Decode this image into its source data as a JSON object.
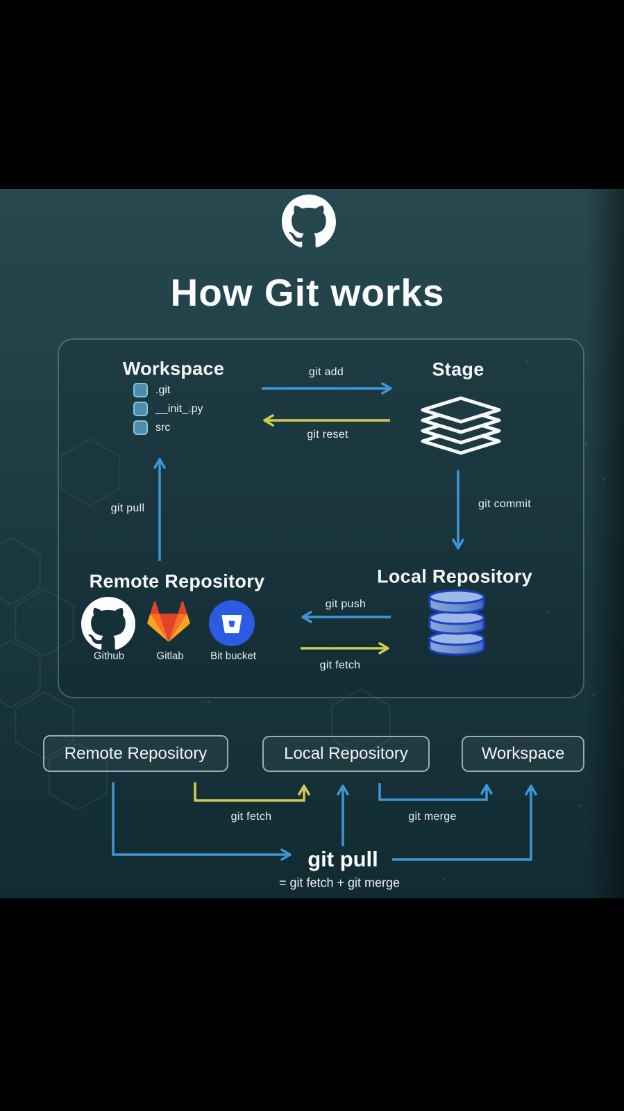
{
  "title": "How Git works",
  "header": {
    "logo_icon": "github-octocat-icon"
  },
  "panel": {
    "workspace": {
      "label": "Workspace",
      "files": [
        ".git",
        "__init_.py",
        "src"
      ]
    },
    "stage": {
      "label": "Stage",
      "icon": "stage-layers-icon"
    },
    "remote_repository": {
      "label": "Remote Repository",
      "providers": [
        {
          "name": "Github",
          "icon": "github-icon"
        },
        {
          "name": "Gitlab",
          "icon": "gitlab-icon"
        },
        {
          "name": "Bit bucket",
          "icon": "bitbucket-icon"
        }
      ]
    },
    "local_repository": {
      "label": "Local Repository",
      "icon": "database-icon"
    },
    "arrows": {
      "git_add": "git add",
      "git_reset": "git reset",
      "git_pull": "git pull",
      "git_commit": "git commit",
      "git_push": "git push",
      "git_fetch": "git fetch"
    }
  },
  "flow": {
    "boxes": [
      {
        "label": "Remote Repository"
      },
      {
        "label": "Local Repository"
      },
      {
        "label": "Workspace"
      }
    ],
    "labels": {
      "git_fetch": "git fetch",
      "git_merge": "git merge",
      "git_pull": "git pull",
      "equation": "= git fetch + git merge"
    }
  },
  "colors": {
    "arrow_blue": "#3f96d4",
    "arrow_yellow": "#d3cc52",
    "background_teal": "#1d3a42",
    "text": "#f4f6f6"
  }
}
